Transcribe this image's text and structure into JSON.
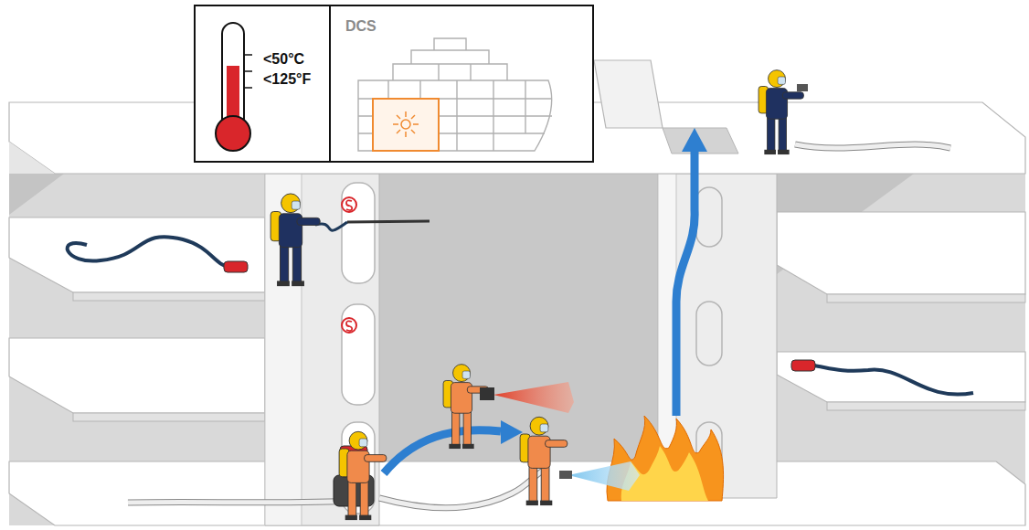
{
  "diagram": {
    "nodes": [
      {
        "text": [
          "<50°C",
          "<125°F"
        ]
      },
      {
        "text": [
          "DCS"
        ]
      }
    ]
  }
}
